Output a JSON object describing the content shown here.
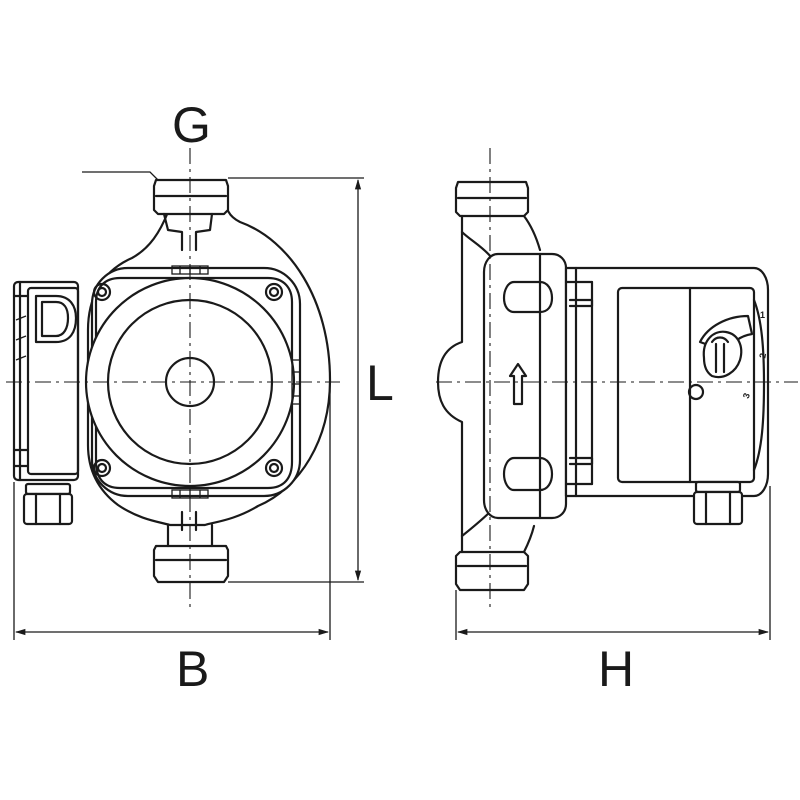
{
  "labels": {
    "g": "G",
    "l": "L",
    "b": "B",
    "h": "H"
  },
  "speed_marks": [
    "1",
    "2",
    "3"
  ],
  "colors": {
    "ink": "#1a1a1a",
    "background": "#ffffff"
  }
}
